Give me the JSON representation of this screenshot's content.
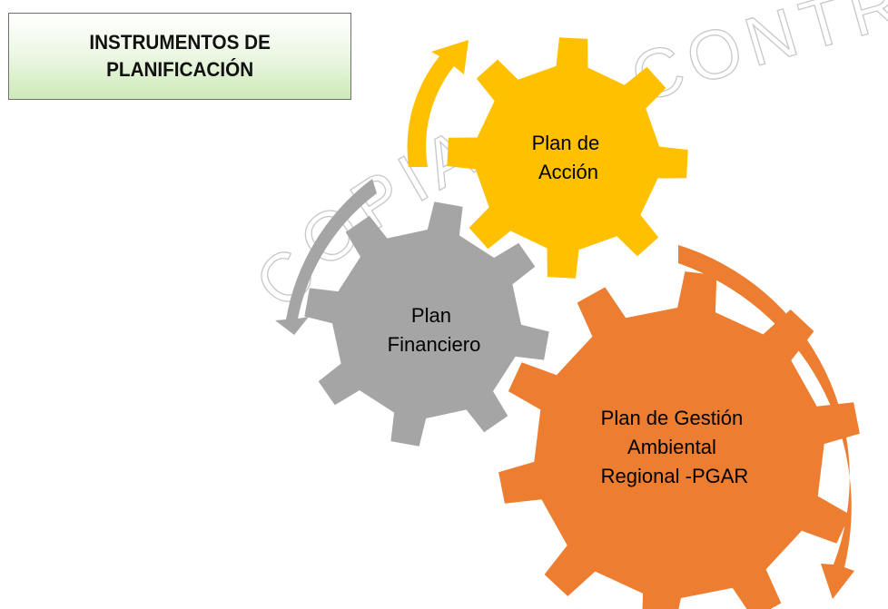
{
  "title": {
    "line1": "INSTRUMENTOS DE",
    "line2": "PLANIFICACIÓN"
  },
  "watermark": {
    "text": "COPIA NO CONTROLADA"
  },
  "gears": {
    "accion": {
      "line1": "Plan de",
      "line2": "Acción",
      "color": "#ffc000"
    },
    "financiero": {
      "line1": "Plan",
      "line2": "Financiero",
      "color": "#a5a5a5"
    },
    "pgar": {
      "line1": "Plan de Gestión",
      "line2": "Ambiental",
      "line3": "Regional -PGAR",
      "color": "#ed7d31"
    }
  },
  "colors": {
    "accion_arrow": "#ffc000",
    "financiero_arrow": "#a5a5a5",
    "pgar_arrow": "#ed7d31",
    "watermark_stroke": "#c8c8c8"
  }
}
